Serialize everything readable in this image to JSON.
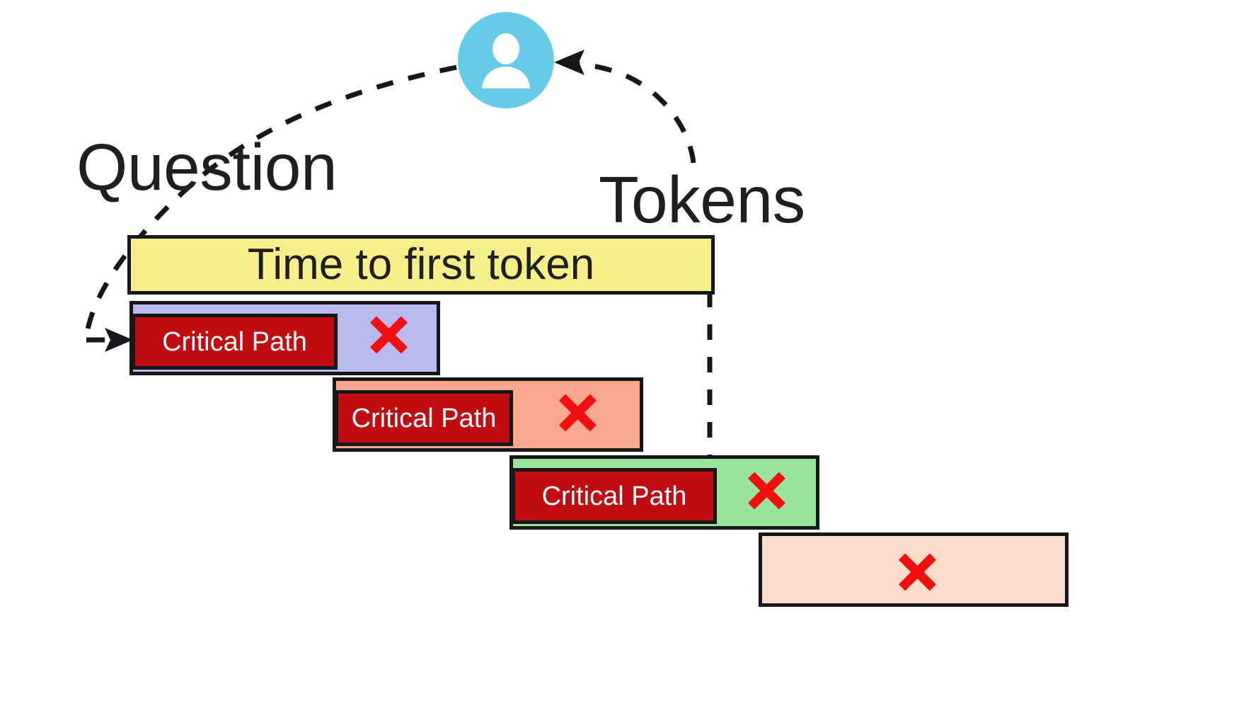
{
  "avatar": {
    "icon": "user-avatar-icon",
    "fill_color": "#66cbe6",
    "glyph_color": "#ffffff"
  },
  "labels": {
    "question": "Question",
    "tokens": "Tokens"
  },
  "connectors": {
    "question_arrow": {
      "name": "question-dashed-arrow",
      "description": "dashed curve from user avatar down-left to first request bar",
      "style": "dashed",
      "color": "#17171b"
    },
    "tokens_arrow": {
      "name": "tokens-dashed-arrow",
      "description": "dashed curve from Tokens label up-left to user avatar",
      "style": "dashed",
      "color": "#17171b"
    },
    "first_token_marker": {
      "name": "first-token-dashed-line",
      "description": "vertical dashed line marking end of time-to-first-token",
      "style": "dashed",
      "color": "#17171b"
    }
  },
  "ttft_bar": {
    "label": "Time to first token",
    "fill_color": "#f5f08a",
    "border_color": "#17171b"
  },
  "rows": [
    {
      "name": "request-row-1",
      "fill_color": "#b9b9f0",
      "critical_path_label": "Critical Path",
      "critical_path_color": "#c10d11",
      "x_mark": "red-x-icon",
      "has_critical_path": true
    },
    {
      "name": "request-row-2",
      "fill_color": "#f9a88e",
      "critical_path_label": "Critical Path",
      "critical_path_color": "#c10d11",
      "x_mark": "red-x-icon",
      "has_critical_path": true
    },
    {
      "name": "request-row-3",
      "fill_color": "#97e49a",
      "critical_path_label": "Critical Path",
      "critical_path_color": "#c10d11",
      "x_mark": "red-x-icon",
      "has_critical_path": true
    },
    {
      "name": "request-row-4",
      "fill_color": "#fbdccb",
      "critical_path_label": "",
      "critical_path_color": "#c10d11",
      "x_mark": "red-x-icon",
      "has_critical_path": false
    }
  ]
}
